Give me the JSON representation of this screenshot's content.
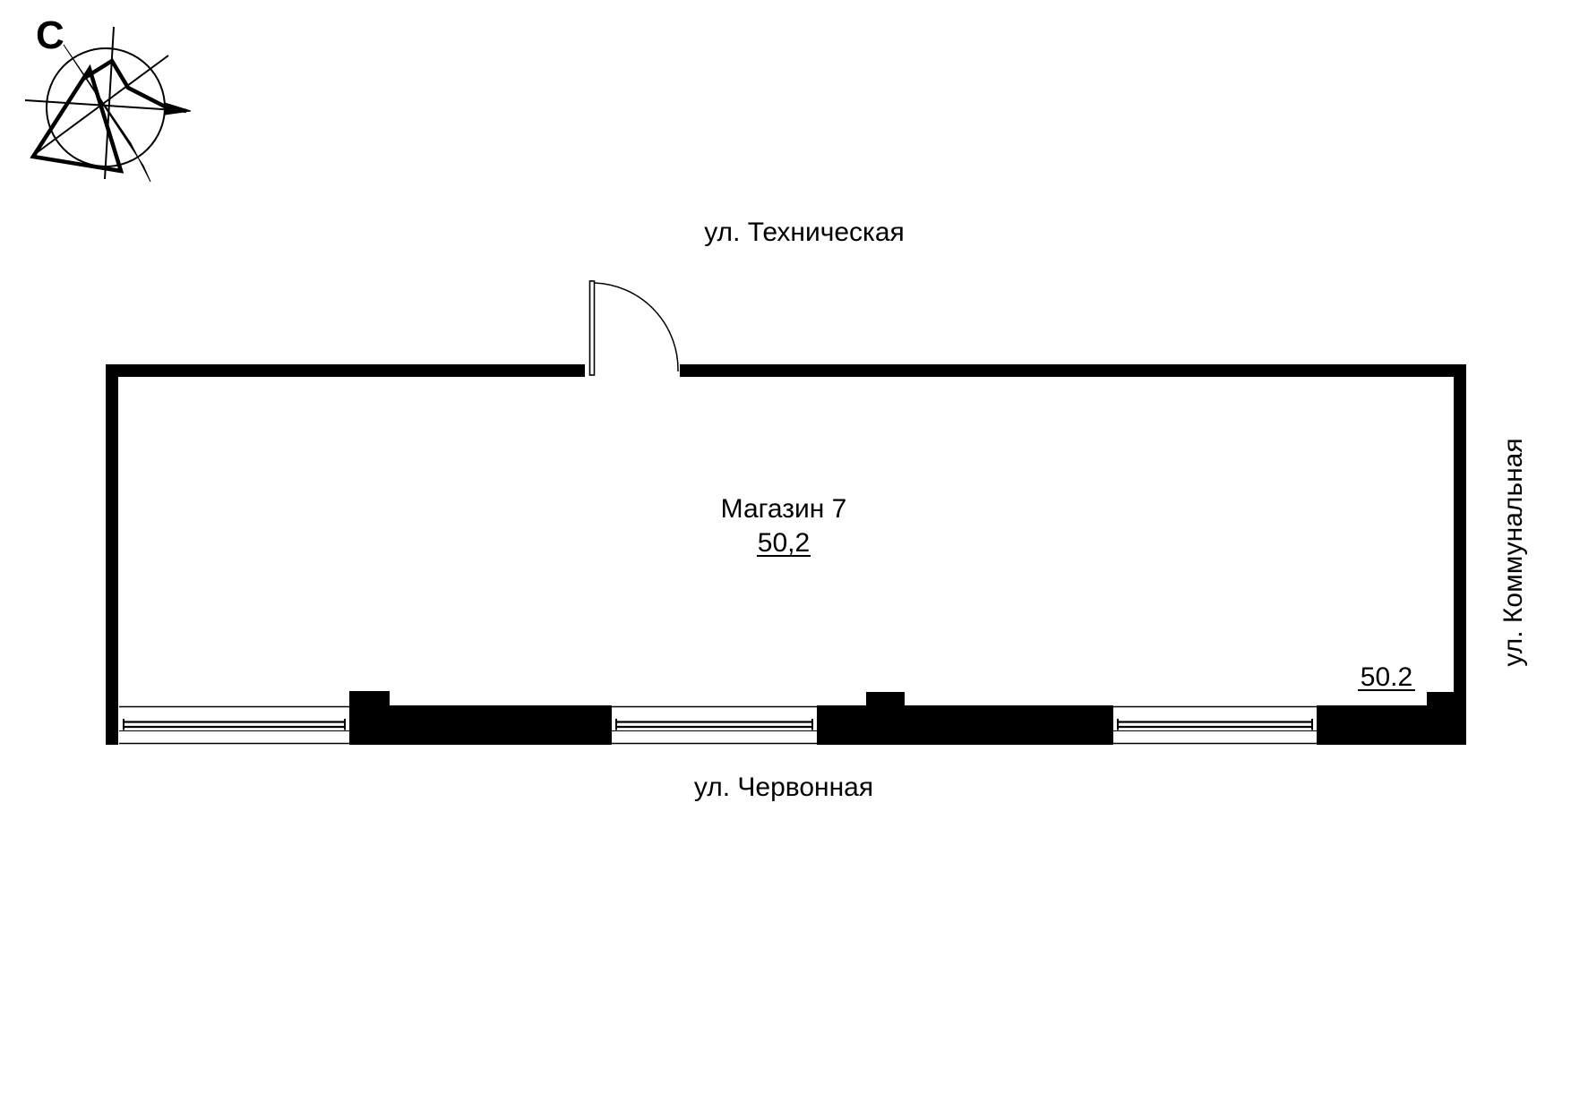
{
  "plan": {
    "background": "#ffffff",
    "ink": "#000000"
  },
  "compass": {
    "north_label": "С"
  },
  "streets": {
    "top": {
      "label": "ул. Техническая"
    },
    "bottom": {
      "label": "ул. Червонная"
    },
    "right": {
      "label": "ул. Коммунальная"
    }
  },
  "room": {
    "name": "Магазин 7",
    "area": "50,2",
    "corner_area": "50.2"
  }
}
